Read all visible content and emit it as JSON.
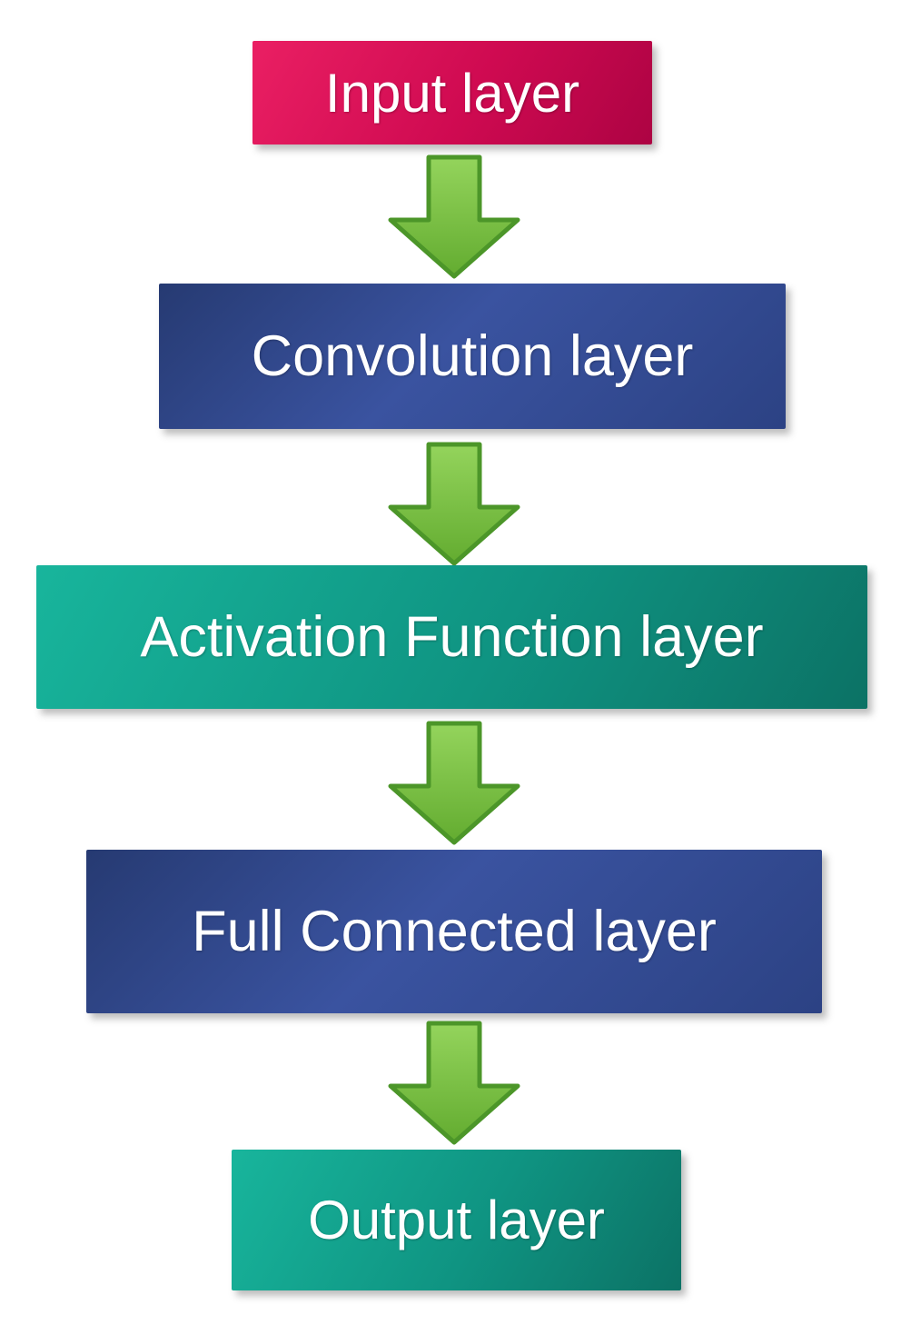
{
  "diagram": {
    "type": "flowchart",
    "direction": "top-to-bottom",
    "nodes": [
      {
        "id": "input",
        "label": "Input layer",
        "fill": "#cf0a51"
      },
      {
        "id": "convolution",
        "label": "Convolution layer",
        "fill": "#32498b"
      },
      {
        "id": "activation",
        "label": "Activation Function layer",
        "fill": "#0f9482"
      },
      {
        "id": "full-connected",
        "label": "Full Connected layer",
        "fill": "#32498b"
      },
      {
        "id": "output",
        "label": "Output layer",
        "fill": "#0f9482"
      }
    ],
    "edges": [
      {
        "from": "input",
        "to": "convolution"
      },
      {
        "from": "convolution",
        "to": "activation"
      },
      {
        "from": "activation",
        "to": "full-connected"
      },
      {
        "from": "full-connected",
        "to": "output"
      }
    ],
    "arrow": {
      "direction": "down",
      "fill": "#79c143",
      "fill_light": "#94d45c",
      "stroke": "#4c9629",
      "text_color": "#ffffff"
    }
  }
}
